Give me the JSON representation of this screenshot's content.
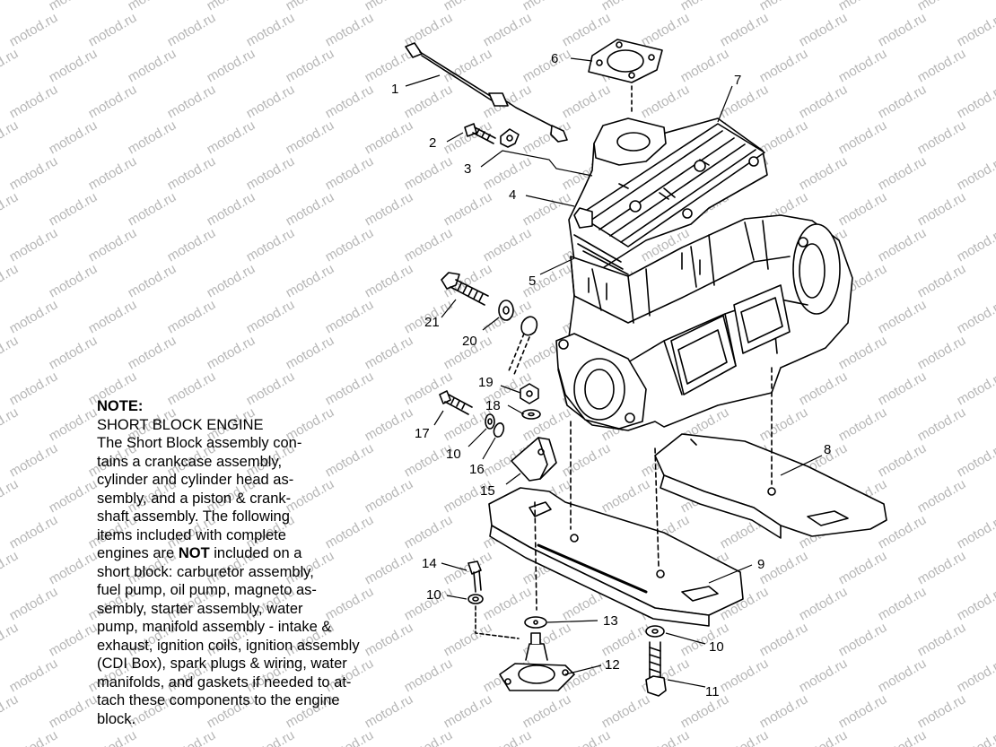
{
  "watermark": "motod.ru",
  "note": {
    "heading": "NOTE:",
    "lines": [
      "SHORT BLOCK ENGINE",
      "The Short Block assembly con-",
      "tains a crankcase assembly,",
      "cylinder and cylinder head as-",
      "sembly, and a piston & crank-",
      "shaft assembly.  The following",
      "items included with complete",
      "engines are ",
      "short block:  carburetor assembly,",
      "fuel pump, oil pump, magneto as-",
      "sembly, starter assembly, water",
      "pump, manifold assembly - intake &",
      "exhaust, ignition coils, ignition assembly",
      "(CDI Box), spark plugs & wiring, water",
      "manifolds, and gaskets if needed to at-",
      "tach these components to the engine",
      "block."
    ],
    "emphasis": "NOT",
    "after_emphasis": " included on a"
  },
  "callouts": [
    "1",
    "2",
    "3",
    "4",
    "5",
    "6",
    "7",
    "8",
    "9",
    "10",
    "10",
    "10",
    "11",
    "12",
    "13",
    "14",
    "15",
    "16",
    "17",
    "18",
    "19",
    "20",
    "21"
  ]
}
